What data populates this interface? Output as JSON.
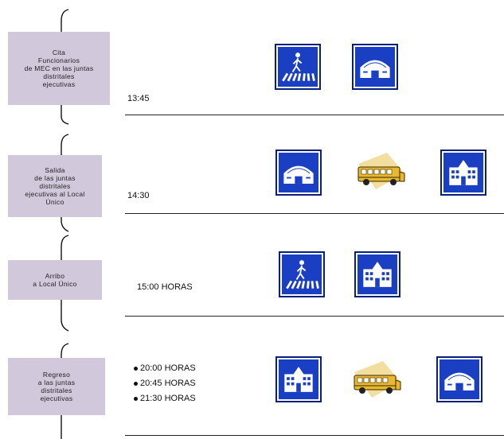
{
  "stages": [
    {
      "label": "Cita\nFuncionarios\nde MEC en las juntas\ndistritales\nejecutivas",
      "times": [
        "13:45"
      ],
      "icons": [
        "pedestrian-crossing-icon",
        "gymnasium-icon"
      ]
    },
    {
      "label": "Salida\nde las juntas\ndistritales\nejecutivas al Local\nÚnico",
      "times": [
        "14:30"
      ],
      "icons": [
        "gymnasium-icon",
        "school-bus-icon",
        "school-building-icon"
      ]
    },
    {
      "label": "Arribo\na Local Único",
      "times": [
        "15:00 HORAS"
      ],
      "icons": [
        "pedestrian-crossing-icon",
        "school-building-icon"
      ]
    },
    {
      "label": "Regreso\na las juntas\ndistritales\nejecutivas",
      "times": [
        "20:00 HORAS",
        "20:45 HORAS",
        "21:30 HORAS"
      ],
      "icons": [
        "school-building-icon",
        "school-bus-icon",
        "gymnasium-icon"
      ]
    }
  ],
  "colors": {
    "stage_box": "#d2c8dc",
    "sign_blue": "#1a3fc2",
    "bus_yellow": "#e8b830",
    "rule": "#222222"
  }
}
